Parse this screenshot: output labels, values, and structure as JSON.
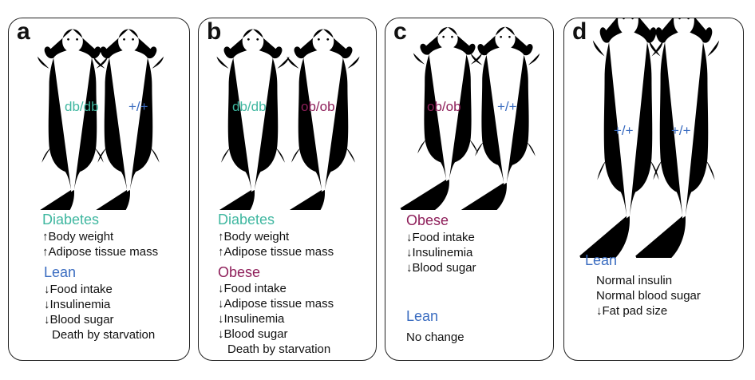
{
  "colors": {
    "db": "#3fb7a0",
    "wt": "#3a6cc0",
    "ob": "#8e1f5a",
    "text": "#111111",
    "outline": "#8a8a8a"
  },
  "panels": [
    {
      "letter": "a",
      "genotypes": [
        {
          "label": "db/db",
          "color": "db"
        },
        {
          "label": "+/+",
          "color": "wt"
        }
      ],
      "groups": [
        {
          "heading": "Diabetes",
          "color": "db",
          "effects": [
            {
              "arrow": "↑",
              "text": "Body weight"
            },
            {
              "arrow": "↑",
              "text": "Adipose tissue mass"
            }
          ]
        },
        {
          "heading": "Lean",
          "color": "wt",
          "effects": [
            {
              "arrow": "↓",
              "text": "Food intake"
            },
            {
              "arrow": "↓",
              "text": "Insulinemia"
            },
            {
              "arrow": "↓",
              "text": "Blood sugar"
            },
            {
              "arrow": "",
              "text": "Death by starvation"
            }
          ]
        }
      ]
    },
    {
      "letter": "b",
      "genotypes": [
        {
          "label": "db/db",
          "color": "db"
        },
        {
          "label": "ob/ob",
          "color": "ob"
        }
      ],
      "groups": [
        {
          "heading": "Diabetes",
          "color": "db",
          "effects": [
            {
              "arrow": "↑",
              "text": "Body weight"
            },
            {
              "arrow": "↑",
              "text": "Adipose tissue mass"
            }
          ]
        },
        {
          "heading": "Obese",
          "color": "ob",
          "effects": [
            {
              "arrow": "↓",
              "text": "Food intake"
            },
            {
              "arrow": "↓",
              "text": "Adipose tissue mass"
            },
            {
              "arrow": "↓",
              "text": "Insulinemia"
            },
            {
              "arrow": "↓",
              "text": "Blood sugar"
            },
            {
              "arrow": "",
              "text": "Death by starvation"
            }
          ]
        }
      ]
    },
    {
      "letter": "c",
      "genotypes": [
        {
          "label": "ob/ob",
          "color": "ob"
        },
        {
          "label": "+/+",
          "color": "wt"
        }
      ],
      "groups": [
        {
          "heading": "Obese",
          "color": "ob",
          "effects": [
            {
              "arrow": "↓",
              "text": "Food intake"
            },
            {
              "arrow": "↓",
              "text": "Insulinemia"
            },
            {
              "arrow": "↓",
              "text": "Blood sugar"
            }
          ]
        },
        {
          "heading": "Lean",
          "color": "wt",
          "effects": [
            {
              "arrow": "",
              "text": "No change"
            }
          ]
        }
      ]
    },
    {
      "letter": "d",
      "genotypes": [
        {
          "label": "+/+",
          "color": "wt"
        },
        {
          "label": "+/+",
          "color": "wt"
        }
      ],
      "groups": [
        {
          "heading": "Lean",
          "color": "wt",
          "effects": [
            {
              "arrow": "",
              "text": "Normal insulin"
            },
            {
              "arrow": "",
              "text": "Normal blood sugar"
            },
            {
              "arrow": "↓",
              "text": "Fat pad size"
            }
          ]
        }
      ]
    }
  ]
}
